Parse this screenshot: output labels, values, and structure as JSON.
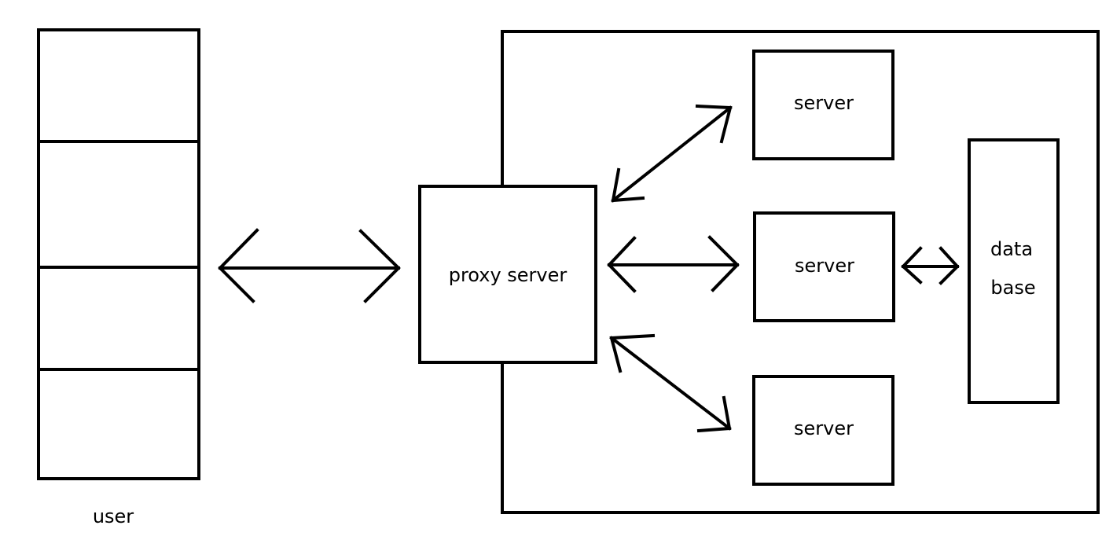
{
  "diagram": {
    "user_label": "user",
    "proxy_label": "proxy server",
    "server_top_label": "server",
    "server_middle_label": "server",
    "server_bottom_label": "server",
    "database_line1": "data",
    "database_line2": "base"
  },
  "colors": {
    "stroke": "#000000",
    "background": "#ffffff"
  }
}
